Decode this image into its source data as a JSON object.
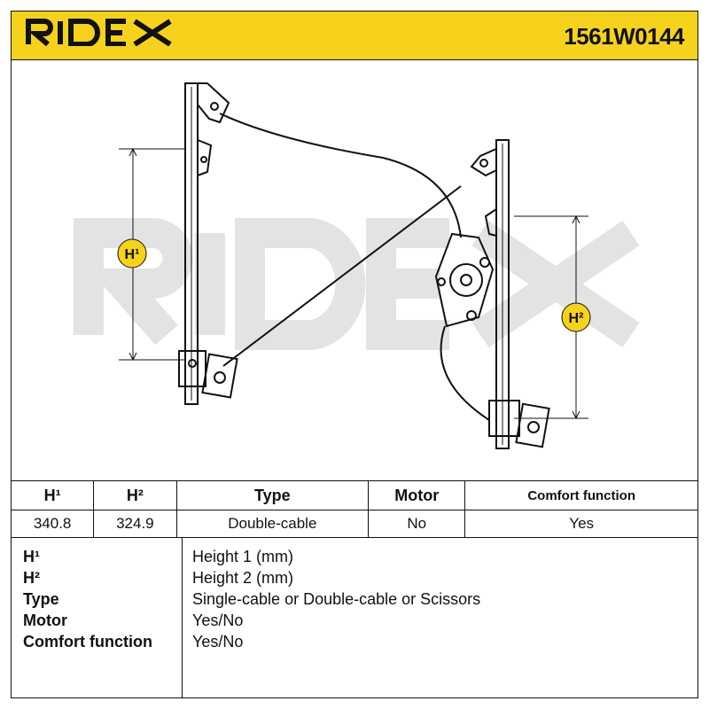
{
  "header": {
    "brand": "RIDEX",
    "part_number": "1561W0144"
  },
  "drawing": {
    "watermark": "RIDEX",
    "h1_marker": "H¹",
    "h2_marker": "H²"
  },
  "table": {
    "headers": [
      "H¹",
      "H²",
      "Type",
      "Motor",
      "Comfort function"
    ],
    "values": [
      "340.8",
      "324.9",
      "Double-cable",
      "No",
      "Yes"
    ]
  },
  "legend": [
    {
      "key": "H¹",
      "desc": "Height 1 (mm)"
    },
    {
      "key": "H²",
      "desc": "Height 2 (mm)"
    },
    {
      "key": "Type",
      "desc": "Single-cable or Double-cable or Scissors"
    },
    {
      "key": "Motor",
      "desc": "Yes/No"
    },
    {
      "key": "Comfort function",
      "desc": "Yes/No"
    }
  ],
  "colors": {
    "brand_yellow": "#f7d21c",
    "watermark_grey": "#e3e3e3",
    "line": "#111111"
  }
}
